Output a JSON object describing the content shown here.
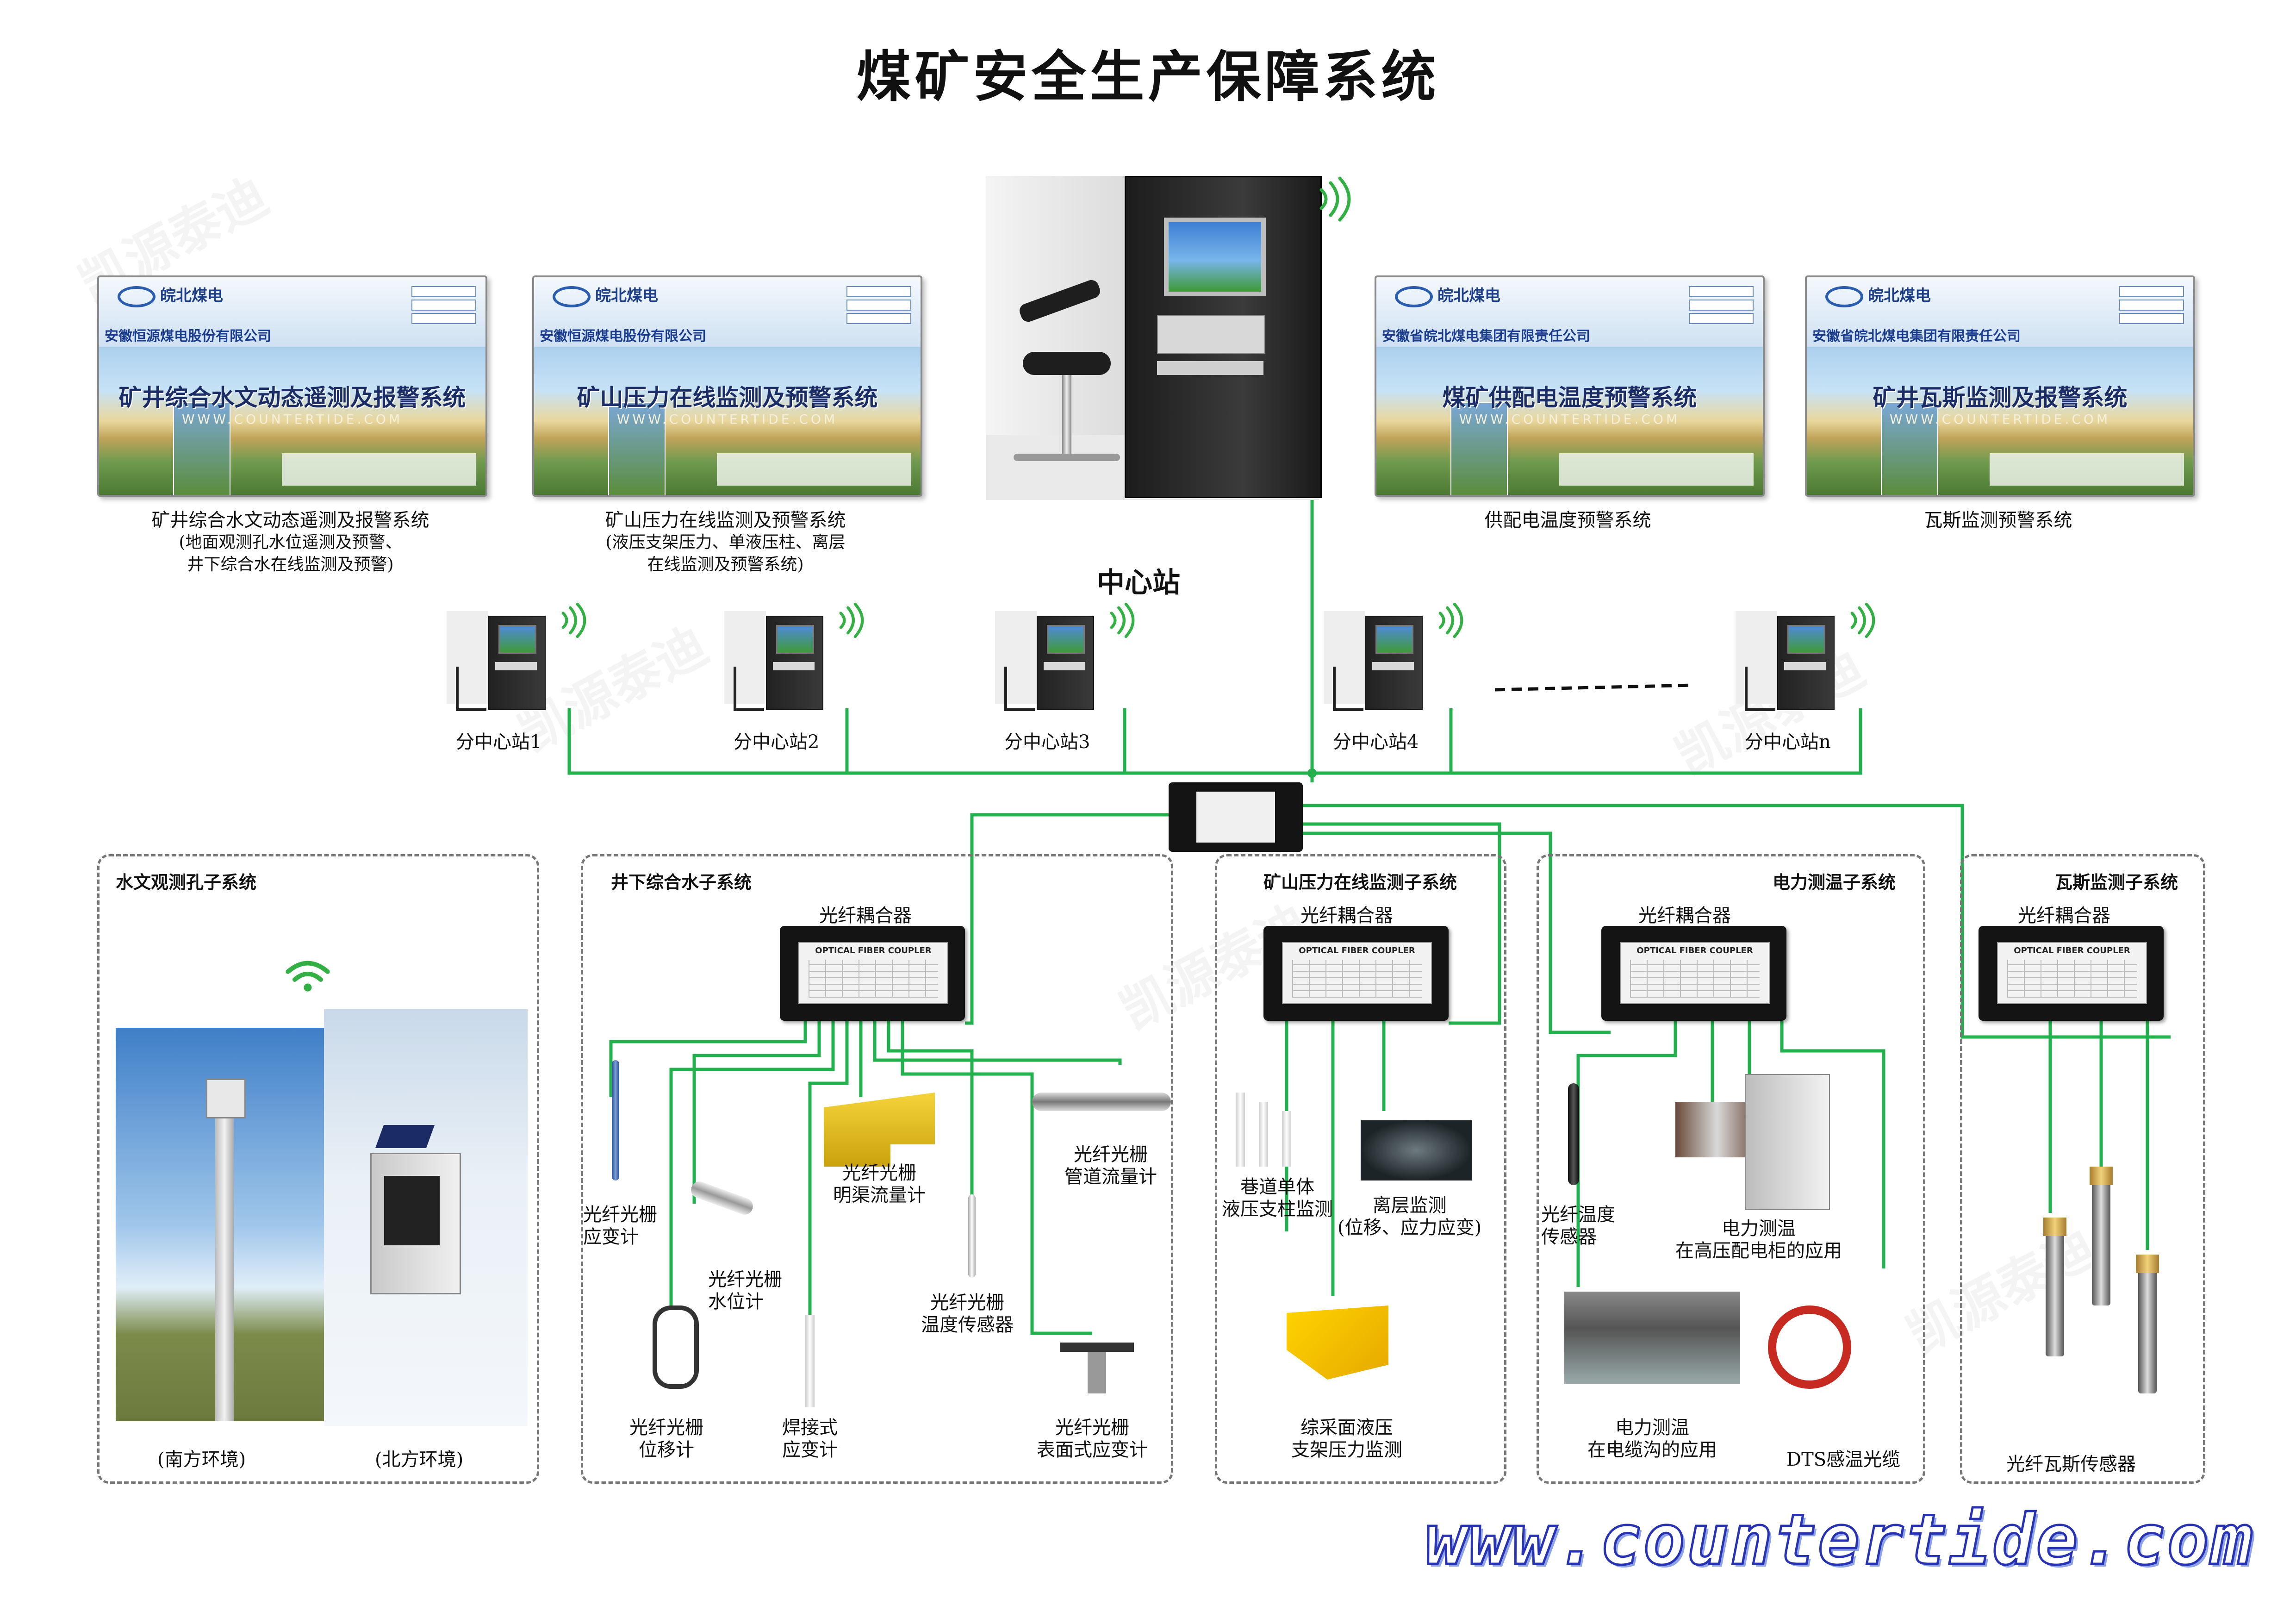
{
  "title": "煤矿安全生产保障系统",
  "watermark": "凯源泰迪",
  "center_station_label": "中心站",
  "monitor_panels": [
    {
      "brand": "皖北煤电",
      "company": "安徽恒源煤电股份有限公司",
      "screen_title": "矿井综合水文动态遥测及报警系统",
      "url": "WWW.COUNTERTIDE.COM",
      "caption": [
        "矿井综合水文动态遥测及报警系统",
        "(地面观测孔水位遥测及预警、",
        "井下综合水在线监测及预警)"
      ]
    },
    {
      "brand": "皖北煤电",
      "company": "安徽恒源煤电股份有限公司",
      "screen_title": "矿山压力在线监测及预警系统",
      "url": "WWW.COUNTERTIDE.COM",
      "caption": [
        "矿山压力在线监测及预警系统",
        "(液压支架压力、单液压柱、离层",
        "在线监测及预警系统)"
      ]
    },
    {
      "brand": "皖北煤电",
      "company": "安徽省皖北煤电集团有限责任公司",
      "screen_title": "煤矿供配电温度预警系统",
      "url": "WWW.COUNTERTIDE.COM",
      "caption": [
        "供配电温度预警系统"
      ]
    },
    {
      "brand": "皖北煤电",
      "company": "安徽省皖北煤电集团有限责任公司",
      "screen_title": "矿井瓦斯监测及报警系统",
      "url": "WWW.COUNTERTIDE.COM",
      "caption": [
        "瓦斯监测预警系统"
      ]
    }
  ],
  "substations": [
    "分中心站1",
    "分中心站2",
    "分中心站3",
    "分中心站4",
    "分中心站n"
  ],
  "subsystems": {
    "hydro": {
      "title": "水文观测孔子系统",
      "captions": [
        "(南方环境)",
        "(北方环境)"
      ]
    },
    "water": {
      "title": "井下综合水子系统",
      "coupler": "光纤耦合器",
      "sensors": [
        "光纤光栅\n应变计",
        "光纤光栅\n水位计",
        "光纤光栅\n明渠流量计",
        "光纤光栅\n管道流量计",
        "光纤光栅\n温度传感器",
        "光纤光栅\n位移计",
        "焊接式\n应变计",
        "光纤光栅\n表面式应变计"
      ]
    },
    "pressure": {
      "title": "矿山压力在线监测子系统",
      "coupler": "光纤耦合器",
      "sensors": [
        "巷道单体\n液压支柱监测",
        "离层监测\n(位移、应力应变)",
        "综采面液压\n支架压力监测"
      ]
    },
    "power": {
      "title": "电力测温子系统",
      "coupler": "光纤耦合器",
      "sensors": [
        "光纤温度\n传感器",
        "电力测温\n在高压配电柜的应用",
        "电力测温\n在电缆沟的应用",
        "DTS感温光缆"
      ]
    },
    "gas": {
      "title": "瓦斯监测子系统",
      "coupler": "光纤耦合器",
      "sensors": [
        "光纤瓦斯传感器"
      ]
    }
  },
  "site_url": "www.countertide.com",
  "colors": {
    "line": "#22b14c",
    "dashed": "#777777",
    "url_stroke": "#2733b3"
  }
}
